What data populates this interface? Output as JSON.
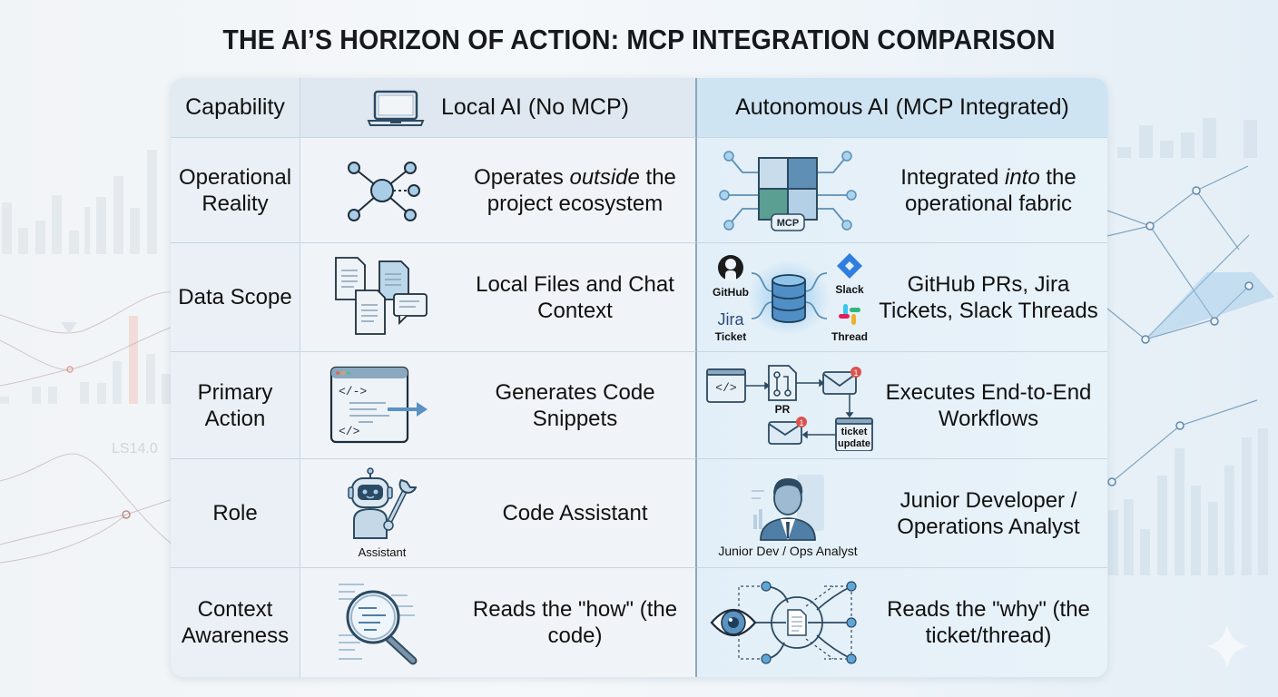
{
  "title": "THE AI’S HORIZON OF ACTION: MCP INTEGRATION COMPARISON",
  "header": {
    "capability": "Capability",
    "local": "Local AI (No MCP)",
    "mcp": "Autonomous AI (MCP Integrated)",
    "local_icon": "laptop-icon"
  },
  "rows": [
    {
      "capability": [
        "Operational",
        "Reality"
      ],
      "local": {
        "icon": "network-nodes-icon",
        "pre": "Operates ",
        "em": "outside",
        "post": " the project ecosystem"
      },
      "mcp": {
        "icon": "mcp-puzzle-icon",
        "icon_label": "MCP",
        "pre": "Integrated ",
        "em": "into",
        "post": " the operational fabric"
      }
    },
    {
      "capability": [
        "Data Scope"
      ],
      "local": {
        "icon": "documents-chat-icon",
        "text": "Local Files and Chat Context"
      },
      "mcp": {
        "icon": "data-hub-icon",
        "sources": [
          "GitHub",
          "Jira",
          "Ticket",
          "Slack",
          "Thread"
        ],
        "text": "GitHub PRs, Jira Tickets, Slack Threads"
      }
    },
    {
      "capability": [
        "Primary",
        "Action"
      ],
      "local": {
        "icon": "code-window-icon",
        "code_top": "</->",
        "code_bottom": "</>",
        "text": "Generates Code Snippets"
      },
      "mcp": {
        "icon": "workflow-icon",
        "code": "</>",
        "pr_label": "PR",
        "ticket_label": [
          "ticket",
          "update"
        ],
        "badge": "1",
        "text": "Executes End-to-End Workflows"
      }
    },
    {
      "capability": [
        "Role"
      ],
      "local": {
        "icon": "robot-wrench-icon",
        "icon_label": "Assistant",
        "text": "Code Assistant"
      },
      "mcp": {
        "icon": "developer-avatar-icon",
        "icon_label": "Junior Dev / Ops Analyst",
        "text": "Junior Developer / Operations Analyst"
      }
    },
    {
      "capability": [
        "Context",
        "Awareness"
      ],
      "local": {
        "icon": "magnifier-code-icon",
        "text": "Reads the \"how\" (the code)"
      },
      "mcp": {
        "icon": "eye-network-icon",
        "text": "Reads the \"why\" (the ticket/thread)"
      }
    }
  ],
  "colors": {
    "accent": "#4a86b8",
    "icon_fill": "#a9cde6",
    "icon_stroke": "#2c4a62",
    "mcp_header": "#cfe4f3",
    "badge": "#d9534f"
  }
}
